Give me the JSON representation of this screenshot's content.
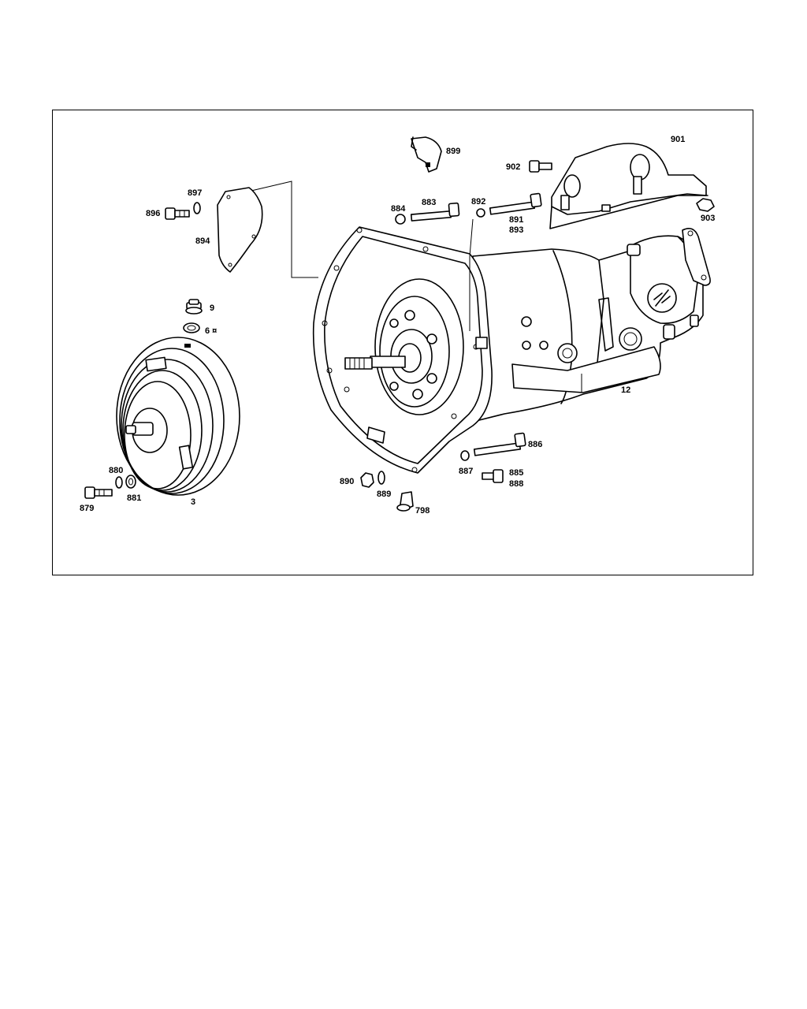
{
  "labels": {
    "l3": "3",
    "l6": "6 ¤",
    "l9": "9",
    "l12": "12",
    "l798": "798",
    "l879": "879",
    "l880": "880",
    "l881": "881",
    "l883": "883",
    "l884": "884",
    "l885": "885",
    "l886": "886",
    "l887": "887",
    "l888": "888",
    "l889": "889",
    "l890": "890",
    "l891": "891",
    "l892": "892",
    "l893": "893",
    "l894": "894",
    "l896": "896",
    "l897": "897",
    "l899": "899",
    "l901": "901",
    "l902": "902",
    "l903": "903"
  }
}
